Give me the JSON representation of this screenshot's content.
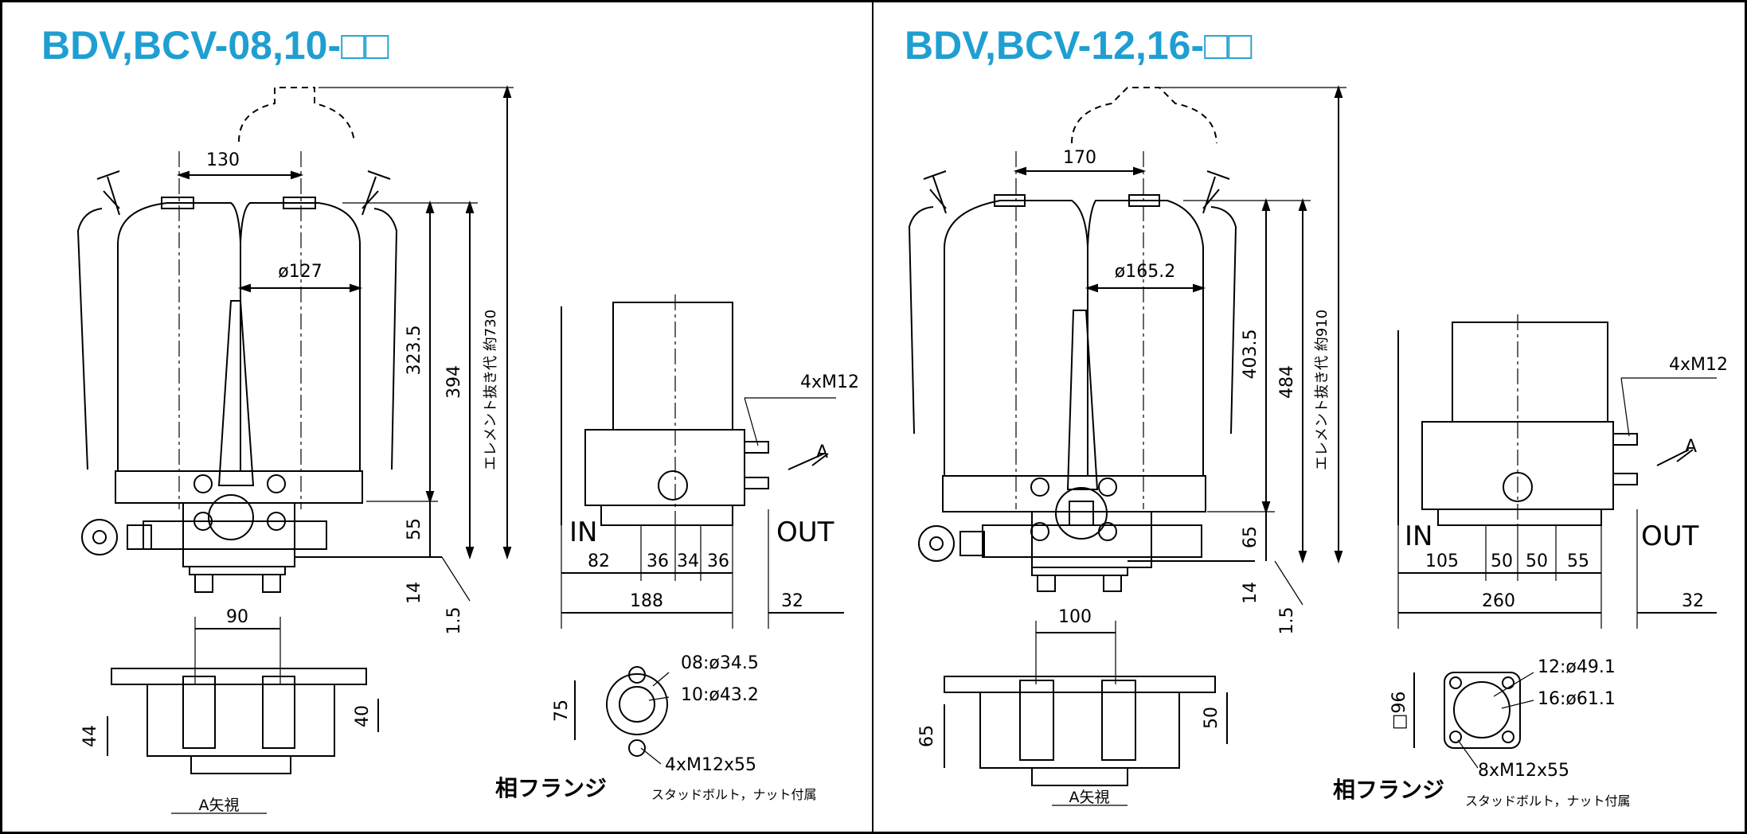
{
  "colors": {
    "title": "#1f9fd1",
    "line": "#000000",
    "frame": "#000000"
  },
  "left": {
    "title": "BDV,BCV-08,10-□□",
    "dim_pitch": "130",
    "dim_diameter": "ø127",
    "dim_h1": "323.5",
    "dim_h2": "394",
    "dim_removal": "エレメント抜き代  約730",
    "dim_h3": "55",
    "dim_h4": "14",
    "dim_h5": "1.5",
    "side_bolt": "4xM12",
    "side_in": "IN",
    "side_out": "OUT",
    "arrow_a": "A",
    "dim_s1": "82",
    "dim_s2": "36",
    "dim_s3": "34",
    "dim_s4": "36",
    "dim_total": "188",
    "dim_32": "32",
    "dim_90": "90",
    "dim_44": "44",
    "dim_40": "40",
    "view_a": "A矢視",
    "flange_l1": "08:ø34.5",
    "flange_l2": "10:ø43.2",
    "flange_75": "75",
    "flange_bolt": "4xM12x55",
    "flange_title": "相フランジ",
    "flange_note": "スタッドボルト，ナット付属"
  },
  "right": {
    "title": "BDV,BCV-12,16-□□",
    "dim_pitch": "170",
    "dim_diameter": "ø165.2",
    "dim_h1": "403.5",
    "dim_h2": "484",
    "dim_removal": "エレメント抜き代  約910",
    "dim_h3": "65",
    "dim_h4": "14",
    "dim_h5": "1.5",
    "side_bolt": "4xM12",
    "side_in": "IN",
    "side_out": "OUT",
    "arrow_a": "A",
    "dim_s1": "105",
    "dim_s2": "50",
    "dim_s3": "50",
    "dim_s4": "55",
    "dim_total": "260",
    "dim_32": "32",
    "dim_100": "100",
    "dim_65": "65",
    "dim_50": "50",
    "view_a": "A矢視",
    "flange_l1": "12:ø49.1",
    "flange_l2": "16:ø61.1",
    "flange_96": "□96",
    "flange_bolt": "8xM12x55",
    "flange_title": "相フランジ",
    "flange_note": "スタッドボルト，ナット付属"
  }
}
